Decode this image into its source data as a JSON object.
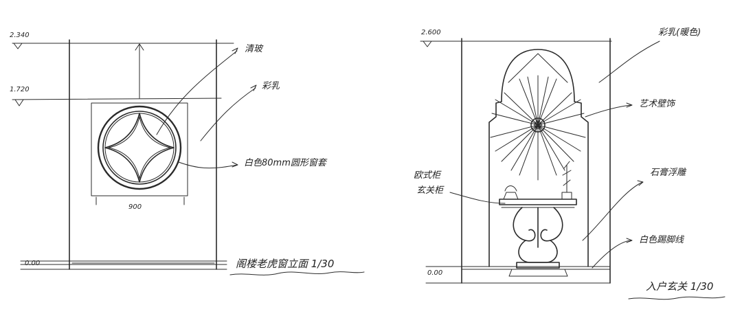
{
  "left": {
    "level_top": "2.340",
    "level_mid": "1.720",
    "level_bottom": "0.00",
    "callout_1": "清玻",
    "callout_2": "彩乳",
    "callout_3": "白色80mm圆形窗套",
    "dimension": "900",
    "title": "阁楼老虎窗立面 1/30"
  },
  "right": {
    "level_top": "2.600",
    "level_bottom": "0.00",
    "callout_1": "彩乳(暖色)",
    "callout_2": "艺术壁饰",
    "callout_3": "石膏浮雕",
    "callout_4": "白色踢脚线",
    "callout_left_line1": "欧式柜",
    "callout_left_line2": "玄关柜",
    "title": "入户玄关 1/30"
  }
}
